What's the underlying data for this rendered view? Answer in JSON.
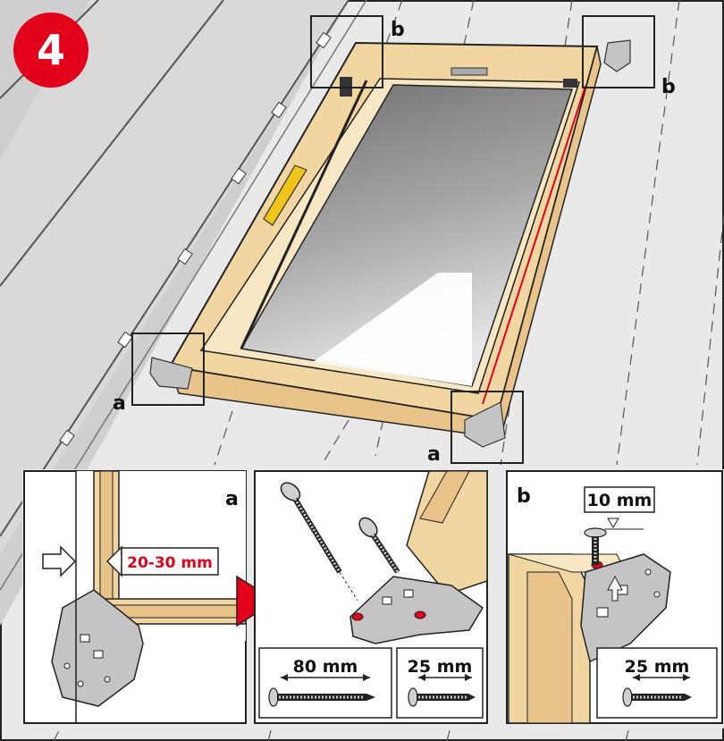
{
  "step_number": "4",
  "labels": {
    "a_callout": "a",
    "b_callout": "b"
  },
  "detail_a": {
    "label": "a",
    "gap_measure": "20-30 mm"
  },
  "detail_screws": {
    "long_screw": "80 mm",
    "short_screw": "25 mm"
  },
  "detail_b": {
    "label": "b",
    "depth_measure": "10 mm",
    "screw": "25 mm"
  },
  "colors": {
    "step_badge": "#e3001b",
    "roof": "#d6d6d6",
    "wood": "#f2d6a2",
    "bracket": "#b8b8b8",
    "glass": "#8f8f8f",
    "measure_text": "#e3001b"
  }
}
